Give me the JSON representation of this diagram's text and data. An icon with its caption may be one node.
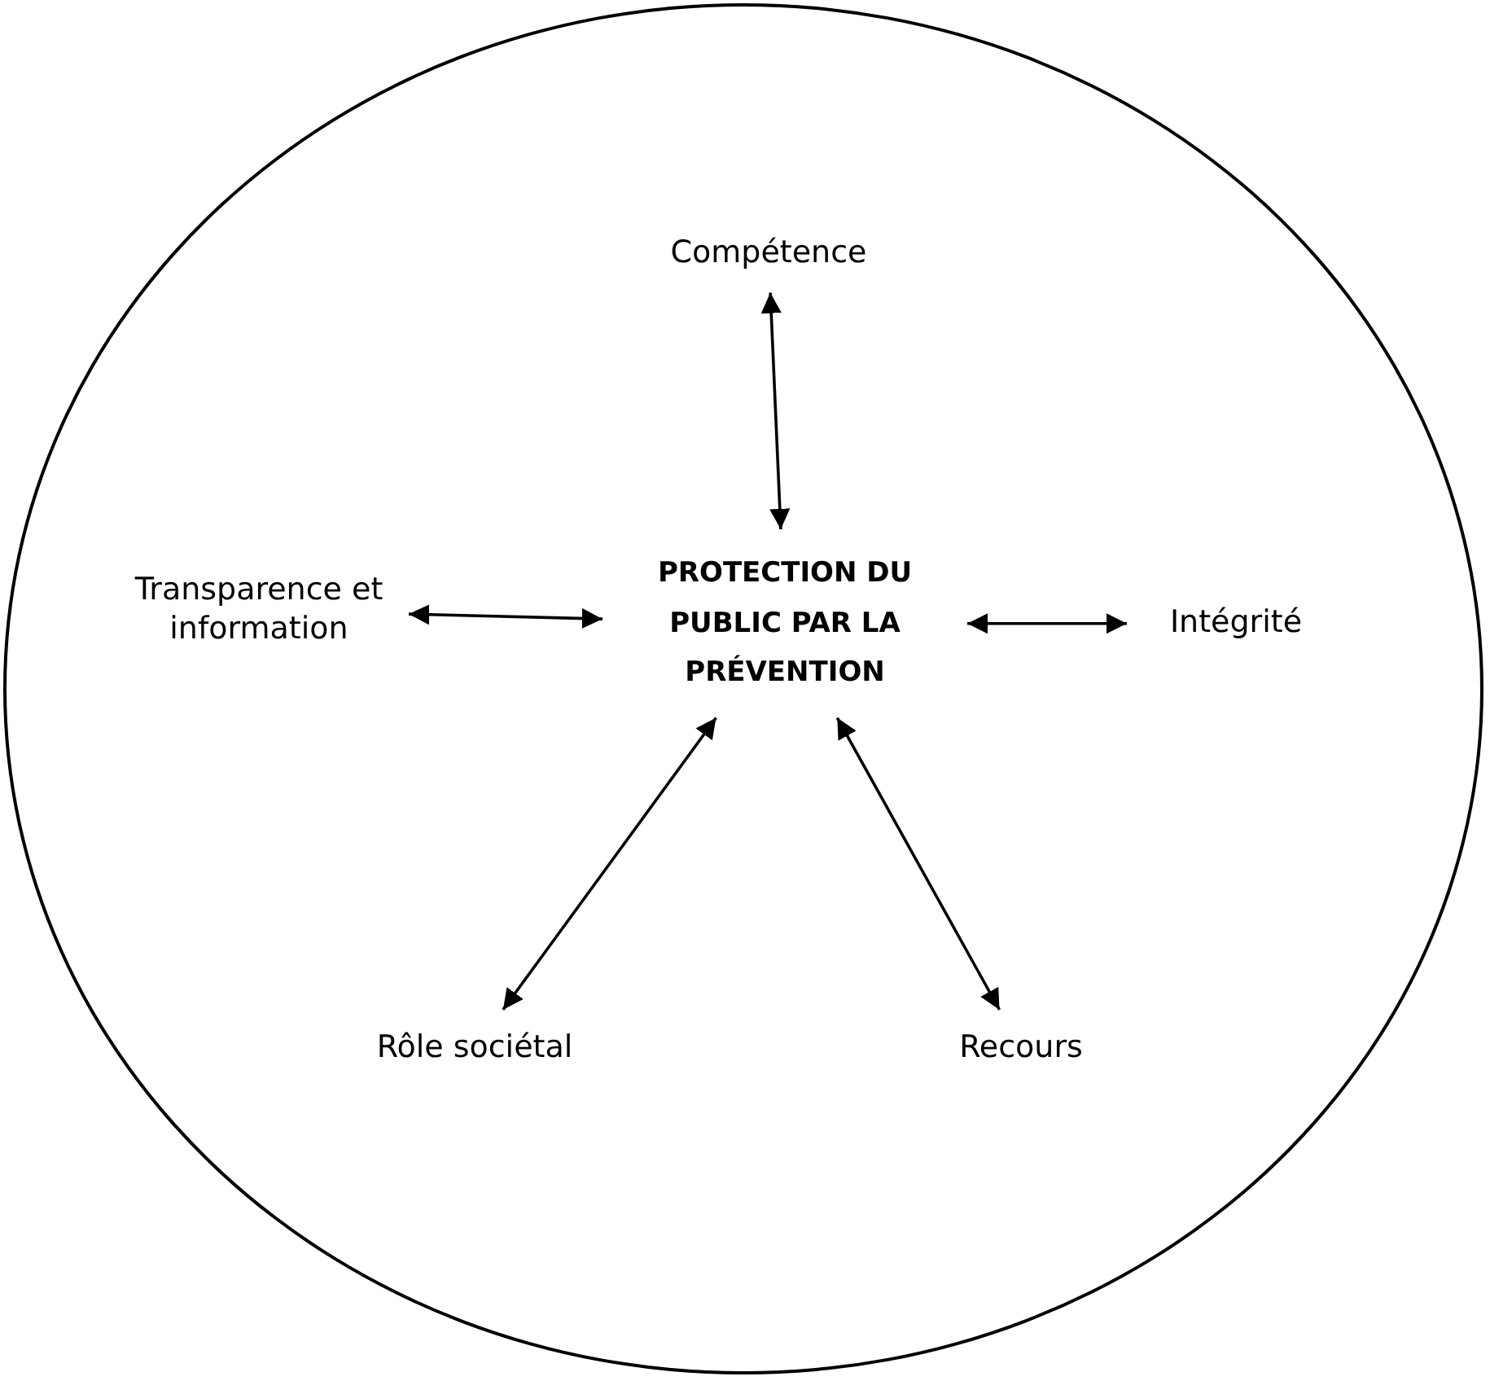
{
  "diagram": {
    "nodes": [
      {
        "text": [],
        "shape": "circle"
      },
      {
        "text": [
          "Compétence"
        ],
        "in": 0
      },
      {
        "text": [
          "Transparence et information"
        ],
        "in": 0
      },
      {
        "text": [
          "PROTECTION DU PUBLIC PAR LA PRÉVENTION"
        ],
        "in": 0
      },
      {
        "text": [
          "Intégrité"
        ],
        "in": 0
      },
      {
        "text": [
          "Rôle sociétal"
        ],
        "in": 0
      },
      {
        "text": [
          "Recours"
        ],
        "in": 0
      }
    ],
    "edges": [
      {
        "from": 1,
        "to": 3,
        "arrow": "both"
      },
      {
        "from": 2,
        "to": 3,
        "arrow": "both"
      },
      {
        "from": 3,
        "to": 4,
        "arrow": "both"
      },
      {
        "from": 3,
        "to": 5,
        "arrow": "both"
      },
      {
        "from": 3,
        "to": 6,
        "arrow": "both"
      }
    ]
  }
}
